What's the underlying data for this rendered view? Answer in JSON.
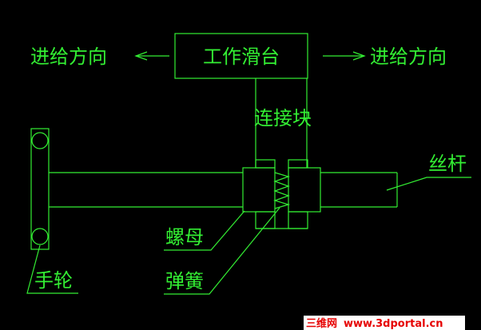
{
  "labels": {
    "feed_left": "进给方向",
    "feed_right": "进给方向",
    "slide_table": "工作滑台",
    "connector_block": "连接块",
    "lead_screw": "丝杆",
    "nut": "螺母",
    "spring": "弹簧",
    "handwheel": "手轮"
  },
  "watermark": {
    "cn": "三维网",
    "url": "www.3dportal.cn"
  },
  "colors": {
    "background": "#000000",
    "line": "#33ee33",
    "watermark_text": "#e60000",
    "watermark_bg": "#ffffff"
  }
}
